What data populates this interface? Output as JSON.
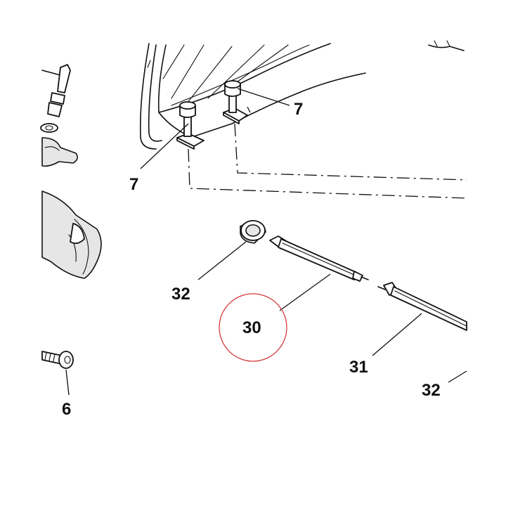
{
  "diagram": {
    "highlight_color": "#d63a3a",
    "line_color": "#111111",
    "highlighted_label": "30",
    "labels": [
      {
        "id": "label-7-upper",
        "text": "7"
      },
      {
        "id": "label-7-lower",
        "text": "7"
      },
      {
        "id": "label-32-left",
        "text": "32"
      },
      {
        "id": "label-30",
        "text": "30"
      },
      {
        "id": "label-31",
        "text": "31"
      },
      {
        "id": "label-32-right",
        "text": "32"
      },
      {
        "id": "label-6",
        "text": "6"
      }
    ]
  }
}
